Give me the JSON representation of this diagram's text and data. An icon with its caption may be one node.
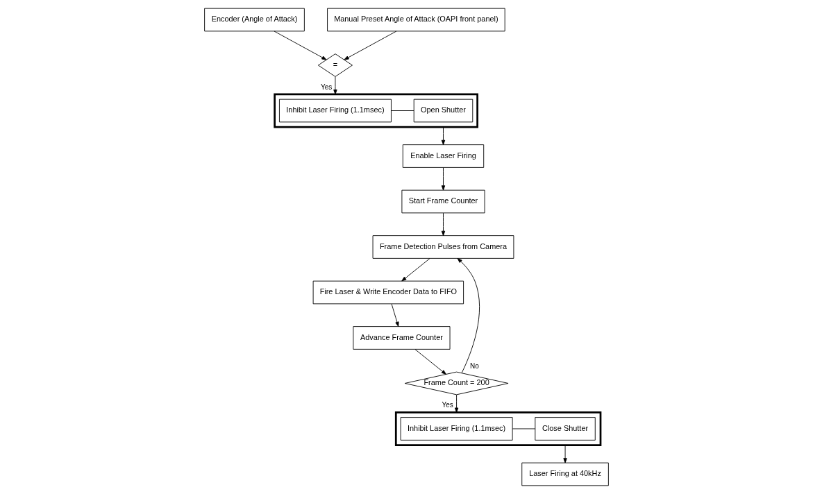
{
  "diagram": {
    "nodes": [
      {
        "text": [
          "Encoder (Angle of Attack)"
        ]
      },
      {
        "text": [
          "Manual Preset Angle of Attack (OAPI front panel)"
        ]
      },
      {
        "text": [
          "="
        ]
      },
      {
        "text": [],
        "shape": "box"
      },
      {
        "text": [
          "Inhibit Laser Firing (1.1msec)"
        ],
        "in": 3
      },
      {
        "text": [
          "Open Shutter"
        ],
        "in": 3
      },
      {
        "text": [
          "Enable Laser Firing"
        ]
      },
      {
        "text": [
          "Start Frame Counter"
        ]
      },
      {
        "text": [
          "Frame Detection Pulses from Camera"
        ]
      },
      {
        "text": [
          "Fire Laser & Write Encoder Data to FIFO"
        ]
      },
      {
        "text": [
          "Advance Frame Counter"
        ]
      },
      {
        "text": [
          "Frame Count = 200"
        ]
      },
      {
        "text": [],
        "shape": "box"
      },
      {
        "text": [
          "Inhibit Laser Firing (1.1msec)"
        ],
        "in": 12
      },
      {
        "text": [
          "Close Shutter"
        ],
        "in": 12
      },
      {
        "text": [
          "Laser Firing at 40kHz"
        ]
      }
    ],
    "edges": [
      {
        "from": 0,
        "to": 2,
        "arrow": "to"
      },
      {
        "from": 1,
        "to": 2,
        "arrow": "to"
      },
      {
        "from": 2,
        "to": 3,
        "arrow": "to",
        "label": "Yes"
      },
      {
        "from": 4,
        "to": 5,
        "arrow": "none"
      },
      {
        "from": 3,
        "to": 6,
        "arrow": "to"
      },
      {
        "from": 6,
        "to": 7,
        "arrow": "to"
      },
      {
        "from": 7,
        "to": 8,
        "arrow": "to"
      },
      {
        "from": 8,
        "to": 9,
        "arrow": "to"
      },
      {
        "from": 9,
        "to": 10,
        "arrow": "to"
      },
      {
        "from": 10,
        "to": 11,
        "arrow": "to"
      },
      {
        "from": 11,
        "to": 8,
        "arrow": "to",
        "label": "No"
      },
      {
        "from": 11,
        "to": 12,
        "arrow": "to",
        "label": "Yes"
      },
      {
        "from": 13,
        "to": 14,
        "arrow": "none"
      },
      {
        "from": 12,
        "to": 15,
        "arrow": "to"
      }
    ]
  }
}
